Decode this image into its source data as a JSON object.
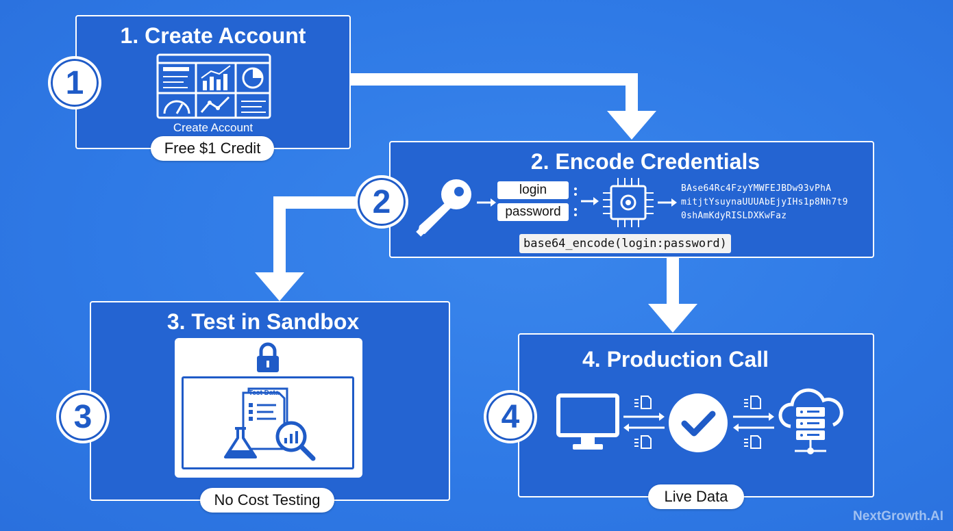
{
  "steps": [
    {
      "number": "1",
      "title": "1. Create Account",
      "caption": "Create Account",
      "pill": "Free $1 Credit"
    },
    {
      "number": "2",
      "title": "2. Encode Credentials",
      "login": "login",
      "password": "password",
      "encoded": [
        "BAse64Rc4FzyYMWFEJBDw93vPhA",
        "mitjtYsuynaUUUAbEjyIHs1p8Nh7t9",
        "0shAmKdyRISLDXKwFaz"
      ],
      "code": "base64_encode(login:password)"
    },
    {
      "number": "3",
      "title": "3. Test in Sandbox",
      "doc_label": "Test Data",
      "pill": "No Cost Testing"
    },
    {
      "number": "4",
      "title": "4. Production Call",
      "pill": "Live Data"
    }
  ],
  "brand": "NextGrowth.AI",
  "colors": {
    "background": "#2f7ae6",
    "panel": "#2464d2",
    "accent": "#1f5bc7",
    "white": "#ffffff"
  },
  "icons": [
    "dashboard-icon",
    "key-icon",
    "chip-icon",
    "lock-icon",
    "flask-icon",
    "magnifier-icon",
    "monitor-icon",
    "check-icon",
    "cloud-server-icon",
    "document-icon"
  ]
}
